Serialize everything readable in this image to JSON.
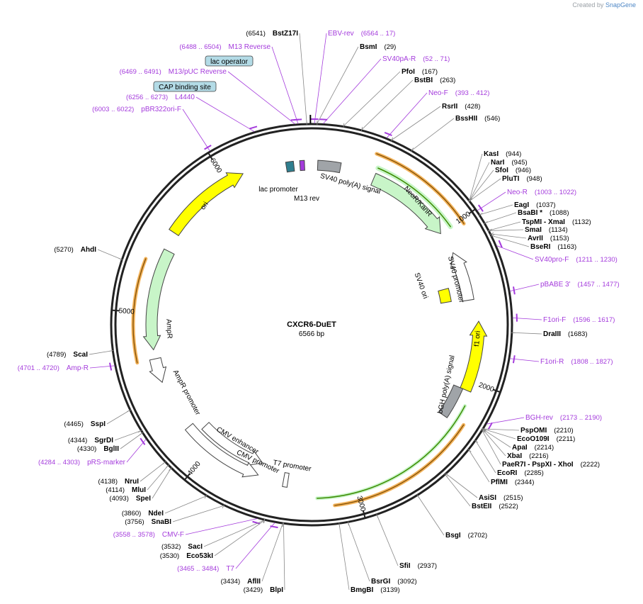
{
  "credit": {
    "created_by": "Created by",
    "brand": "SnapGene"
  },
  "plasmid": {
    "name": "CXCR6-DuET",
    "size_label": "6566 bp"
  },
  "colors": {
    "primer": "#a43bdc",
    "amp": "#c8f5c8",
    "ori": "#ffff00",
    "promoter": "#ffffff",
    "polyA": "#a0a4a8",
    "orf_outline": "#3c8a00",
    "orange": "#f2b25a"
  },
  "tick_labels": [
    "1000",
    "2000",
    "3000",
    "4000",
    "5000",
    "6000"
  ],
  "features": {
    "lac_promoter": "lac promoter",
    "m13_rev": "M13 rev",
    "sv40_polya_signal": "SV40 poly(A) signal",
    "neor_kanr": "NeoR/KanR",
    "sv40_promoter": "SV40 promoter",
    "sv40_ori": "SV40 ori",
    "f1_ori": "f1 ori",
    "bgh_polya_signal": "bGH poly(A) signal",
    "t7_promoter": "T7 promoter",
    "cmv_promoter": "CMV promoter",
    "cmv_enhancer": "CMV enhancer",
    "ampr_promoter": "AmpR promoter",
    "ampr": "AmpR",
    "ori": "ori"
  },
  "boxed_features": {
    "lac_operator": "lac operator",
    "cap_binding_site": "CAP binding site"
  },
  "labels": {
    "right": [
      {
        "name": "EBV-rev",
        "pos": "(6564 .. 17)",
        "kind": "primer"
      },
      {
        "name": "BsmI",
        "pos": "(29)",
        "kind": "enzyme"
      },
      {
        "name": "SV40pA-R",
        "pos": "(52 .. 71)",
        "kind": "primer"
      },
      {
        "name": "PfoI",
        "pos": "(167)",
        "kind": "enzyme"
      },
      {
        "name": "BstBI",
        "pos": "(263)",
        "kind": "enzyme"
      },
      {
        "name": "Neo-F",
        "pos": "(393 .. 412)",
        "kind": "primer"
      },
      {
        "name": "RsrII",
        "pos": "(428)",
        "kind": "enzyme"
      },
      {
        "name": "BssHII",
        "pos": "(546)",
        "kind": "enzyme"
      },
      {
        "name": "KasI",
        "pos": "(944)",
        "kind": "enzyme"
      },
      {
        "name": "NarI",
        "pos": "(945)",
        "kind": "enzyme"
      },
      {
        "name": "SfoI",
        "pos": "(946)",
        "kind": "enzyme"
      },
      {
        "name": "PluTI",
        "pos": "(948)",
        "kind": "enzyme"
      },
      {
        "name": "Neo-R",
        "pos": "(1003 .. 1022)",
        "kind": "primer"
      },
      {
        "name": "EagI",
        "pos": "(1037)",
        "kind": "enzyme"
      },
      {
        "name": "BsaBI *",
        "pos": "(1088)",
        "kind": "enzyme"
      },
      {
        "name": "TspMI - XmaI",
        "pos": "(1132)",
        "kind": "enzyme"
      },
      {
        "name": "SmaI",
        "pos": "(1134)",
        "kind": "enzyme"
      },
      {
        "name": "AvrII",
        "pos": "(1153)",
        "kind": "enzyme"
      },
      {
        "name": "BseRI",
        "pos": "(1163)",
        "kind": "enzyme"
      },
      {
        "name": "SV40pro-F",
        "pos": "(1211 .. 1230)",
        "kind": "primer"
      },
      {
        "name": "pBABE 3'",
        "pos": "(1457 .. 1477)",
        "kind": "primer"
      },
      {
        "name": "F1ori-F",
        "pos": "(1596 .. 1617)",
        "kind": "primer"
      },
      {
        "name": "DraIII",
        "pos": "(1683)",
        "kind": "enzyme"
      },
      {
        "name": "F1ori-R",
        "pos": "(1808 .. 1827)",
        "kind": "primer"
      },
      {
        "name": "BGH-rev",
        "pos": "(2173 .. 2190)",
        "kind": "primer"
      },
      {
        "name": "PspOMI",
        "pos": "(2210)",
        "kind": "enzyme"
      },
      {
        "name": "EcoO109I",
        "pos": "(2211)",
        "kind": "enzyme"
      },
      {
        "name": "ApaI",
        "pos": "(2214)",
        "kind": "enzyme"
      },
      {
        "name": "XbaI",
        "pos": "(2216)",
        "kind": "enzyme"
      },
      {
        "name": "PaeR7I - PspXI - XhoI",
        "pos": "(2222)",
        "kind": "enzyme"
      },
      {
        "name": "EcoRI",
        "pos": "(2285)",
        "kind": "enzyme"
      },
      {
        "name": "PflMI",
        "pos": "(2344)",
        "kind": "enzyme"
      },
      {
        "name": "AsiSI",
        "pos": "(2515)",
        "kind": "enzyme"
      },
      {
        "name": "BstEII",
        "pos": "(2522)",
        "kind": "enzyme"
      },
      {
        "name": "BsgI",
        "pos": "(2702)",
        "kind": "enzyme"
      },
      {
        "name": "SfiI",
        "pos": "(2937)",
        "kind": "enzyme"
      },
      {
        "name": "BsrGI",
        "pos": "(3092)",
        "kind": "enzyme"
      },
      {
        "name": "BmgBI",
        "pos": "(3139)",
        "kind": "enzyme"
      }
    ],
    "left": [
      {
        "name": "BstZ17I",
        "pos": "(6541)",
        "kind": "enzyme"
      },
      {
        "name": "M13 Reverse",
        "pos": "(6488 .. 6504)",
        "kind": "primer"
      },
      {
        "name": "M13/pUC Reverse",
        "pos": "(6469 .. 6491)",
        "kind": "primer"
      },
      {
        "name": "L4440",
        "pos": "(6256 .. 6273)",
        "kind": "primer"
      },
      {
        "name": "pBR322ori-F",
        "pos": "(6003 .. 6022)",
        "kind": "primer"
      },
      {
        "name": "AhdI",
        "pos": "(5270)",
        "kind": "enzyme"
      },
      {
        "name": "ScaI",
        "pos": "(4789)",
        "kind": "enzyme"
      },
      {
        "name": "Amp-R",
        "pos": "(4701 .. 4720)",
        "kind": "primer"
      },
      {
        "name": "SspI",
        "pos": "(4465)",
        "kind": "enzyme"
      },
      {
        "name": "SgrDI",
        "pos": "(4344)",
        "kind": "enzyme"
      },
      {
        "name": "BglII",
        "pos": "(4330)",
        "kind": "enzyme"
      },
      {
        "name": "pRS-marker",
        "pos": "(4284 .. 4303)",
        "kind": "primer"
      },
      {
        "name": "NruI",
        "pos": "(4138)",
        "kind": "enzyme"
      },
      {
        "name": "MluI",
        "pos": "(4114)",
        "kind": "enzyme"
      },
      {
        "name": "SpeI",
        "pos": "(4093)",
        "kind": "enzyme"
      },
      {
        "name": "NdeI",
        "pos": "(3860)",
        "kind": "enzyme"
      },
      {
        "name": "SnaBI",
        "pos": "(3756)",
        "kind": "enzyme"
      },
      {
        "name": "CMV-F",
        "pos": "(3558 .. 3578)",
        "kind": "primer"
      },
      {
        "name": "SacI",
        "pos": "(3532)",
        "kind": "enzyme"
      },
      {
        "name": "Eco53kI",
        "pos": "(3530)",
        "kind": "enzyme"
      },
      {
        "name": "T7",
        "pos": "(3465 .. 3484)",
        "kind": "primer"
      },
      {
        "name": "AflII",
        "pos": "(3434)",
        "kind": "enzyme"
      },
      {
        "name": "BlpI",
        "pos": "(3429)",
        "kind": "enzyme"
      }
    ]
  }
}
